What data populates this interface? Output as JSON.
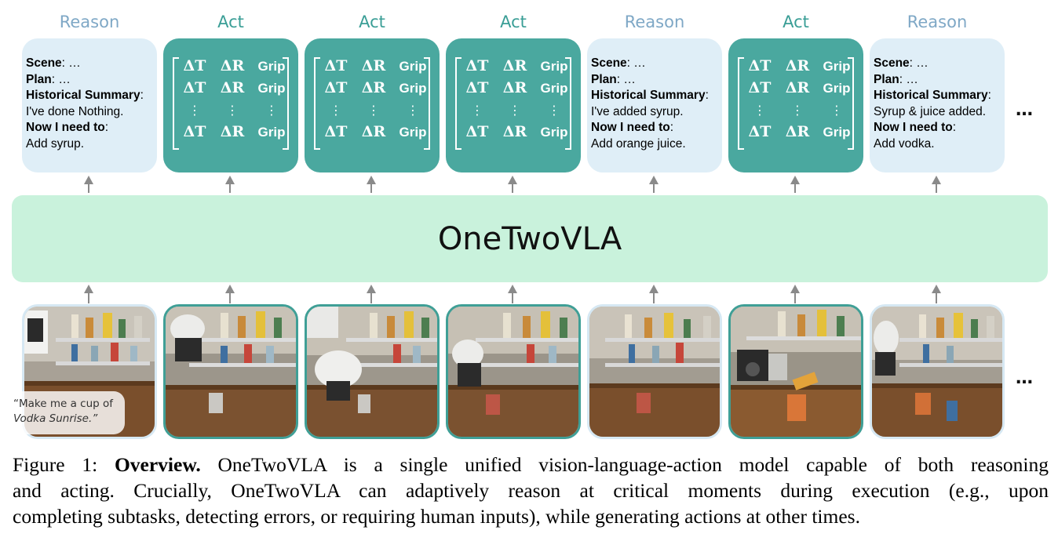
{
  "columns": [
    {
      "label": "Reason",
      "kind": "reason"
    },
    {
      "label": "Act",
      "kind": "act"
    },
    {
      "label": "Act",
      "kind": "act"
    },
    {
      "label": "Act",
      "kind": "act"
    },
    {
      "label": "Reason",
      "kind": "reason"
    },
    {
      "label": "Act",
      "kind": "act"
    },
    {
      "label": "Reason",
      "kind": "reason"
    }
  ],
  "reason_cards": [
    {
      "scene_key": "Scene",
      "scene_val": ": …",
      "plan_key": "Plan",
      "plan_val": ": …",
      "summary_key": "Historical Summary",
      "summary_val": ":",
      "summary_text": "I've done Nothing.",
      "next_key": "Now I need to",
      "next_val": ":",
      "next_text": "Add syrup."
    },
    {
      "scene_key": "Scene",
      "scene_val": ": …",
      "plan_key": "Plan",
      "plan_val": ": …",
      "summary_key": "Historical Summary",
      "summary_val": ":",
      "summary_text": "I've added syrup.",
      "next_key": "Now I need to",
      "next_val": ":",
      "next_text": "Add orange juice."
    },
    {
      "scene_key": "Scene",
      "scene_val": ": …",
      "plan_key": "Plan",
      "plan_val": ": …",
      "summary_key": "Historical Summary",
      "summary_val": ":",
      "summary_text": "Syrup & juice added.",
      "next_key": "Now I need to",
      "next_val": ":",
      "next_text": "Add vodka."
    }
  ],
  "action_matrix": {
    "sym_t": "ΔT",
    "sym_r": "ΔR",
    "grip": "Grip",
    "vdots": "⋮"
  },
  "model": {
    "name": "OneTwoVLA"
  },
  "instruction": {
    "line1": "“Make me a cup of",
    "line2": "Vodka Sunrise.”"
  },
  "ellipsis": "…",
  "caption": {
    "prefix": "Figure 1: ",
    "bold": "Overview.",
    "line1_rest": " OneTwoVLA is a single unified vision-language-action model capable of both reasoning",
    "line2": "and acting.  Crucially, OneTwoVLA can adaptively reason at critical moments during execution (e.g., upon",
    "line3": "completing subtasks, detecting errors, or requiring human inputs), while generating actions at other times."
  },
  "colors": {
    "reason_bg": "#dfeef7",
    "act_bg": "#4aa89f",
    "model_bg": "#c9f2dc",
    "reason_label": "#7fa8c6",
    "act_label": "#3a9e96"
  }
}
